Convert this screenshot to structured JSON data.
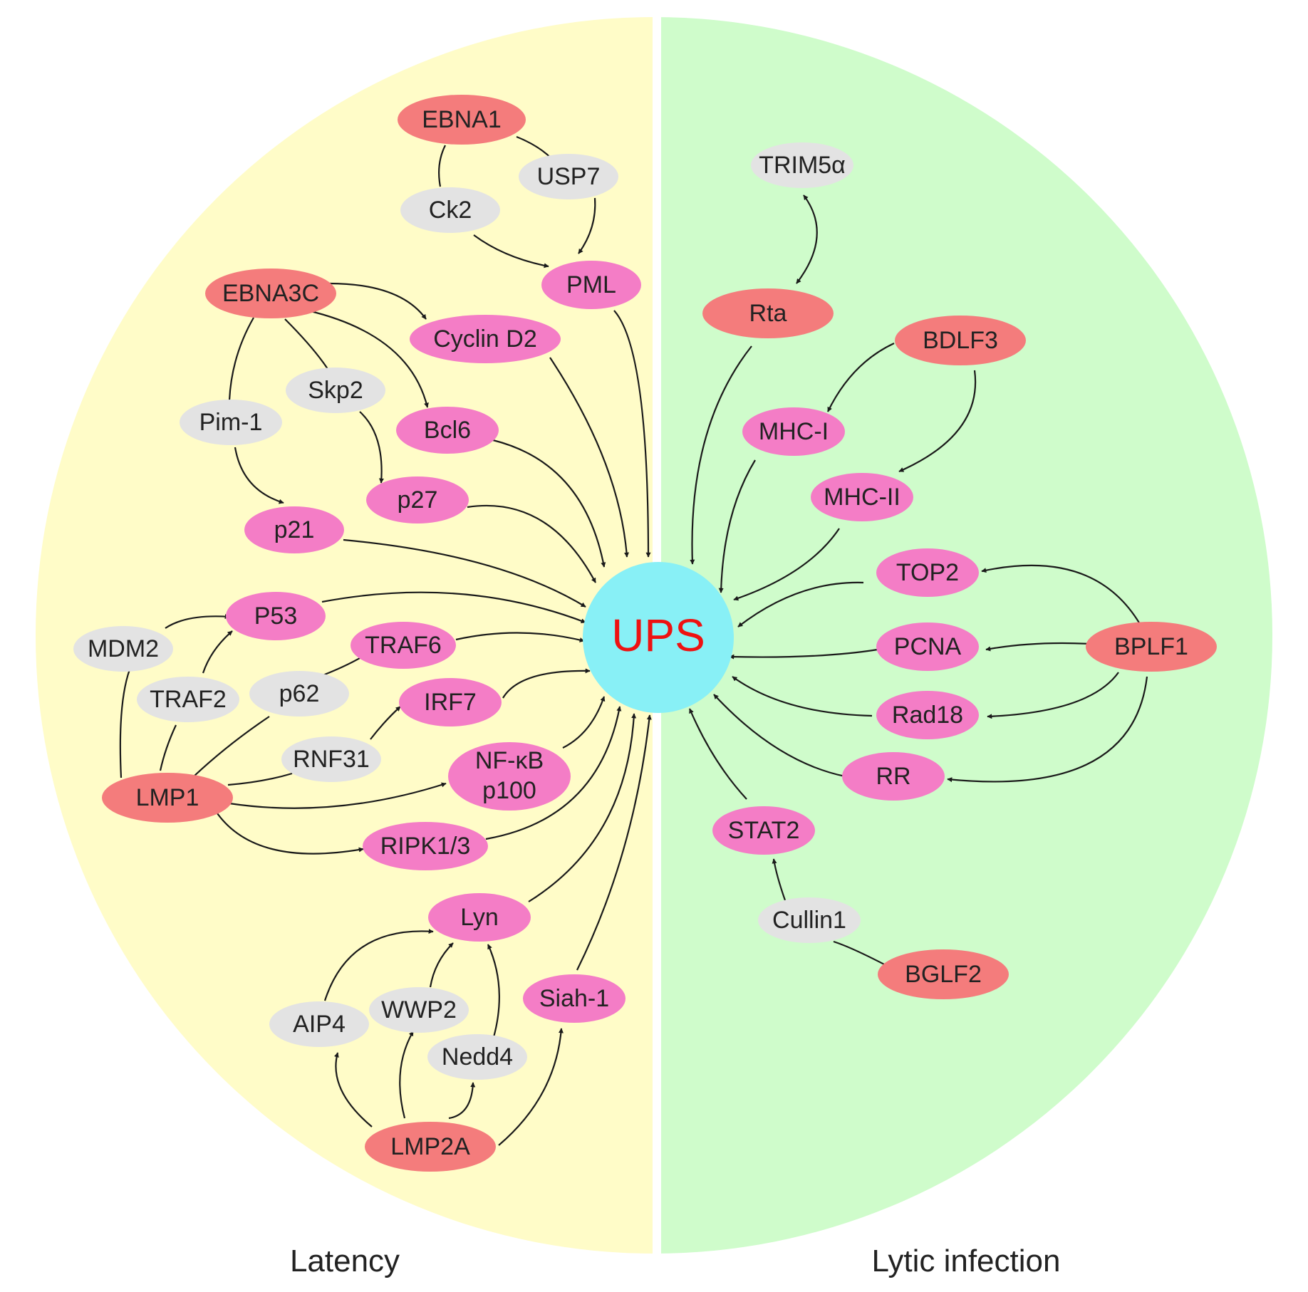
{
  "colors": {
    "latency_bg": "#FFFCC8",
    "lytic_bg": "#CFFCCB",
    "viral": "#F47C7C",
    "target": "#F47DC6",
    "host": "#E3E3E3",
    "center": "#88F0F6",
    "center_text": "#EE1111"
  },
  "center": {
    "label": "UPS"
  },
  "panels": {
    "latency_label": "Latency",
    "lytic_label": "Lytic infection"
  },
  "nodes": {
    "ebna1": "EBNA1",
    "usp7": "USP7",
    "ck2": "Ck2",
    "pml": "PML",
    "ebna3c": "EBNA3C",
    "cyclin_d2": "Cyclin D2",
    "skp2": "Skp2",
    "pim1": "Pim-1",
    "bcl6": "Bcl6",
    "p27": "p27",
    "p21": "p21",
    "p53": "P53",
    "mdm2": "MDM2",
    "traf6": "TRAF6",
    "traf2": "TRAF2",
    "p62": "p62",
    "irf7": "IRF7",
    "rnf31": "RNF31",
    "nfkb_line1": "NF-κB",
    "nfkb_line2": "p100",
    "lmp1": "LMP1",
    "ripk": "RIPK1/3",
    "lyn": "Lyn",
    "siah1": "Siah-1",
    "aip4": "AIP4",
    "wwp2": "WWP2",
    "nedd4": "Nedd4",
    "lmp2a": "LMP2A",
    "trim5a": "TRIM5α",
    "rta": "Rta",
    "bdlf3": "BDLF3",
    "mhc1": "MHC-I",
    "mhc2": "MHC-II",
    "top2": "TOP2",
    "pcna": "PCNA",
    "bplf1": "BPLF1",
    "rad18": "Rad18",
    "rr": "RR",
    "stat2": "STAT2",
    "cullin1": "Cullin1",
    "bglf2": "BGLF2"
  }
}
